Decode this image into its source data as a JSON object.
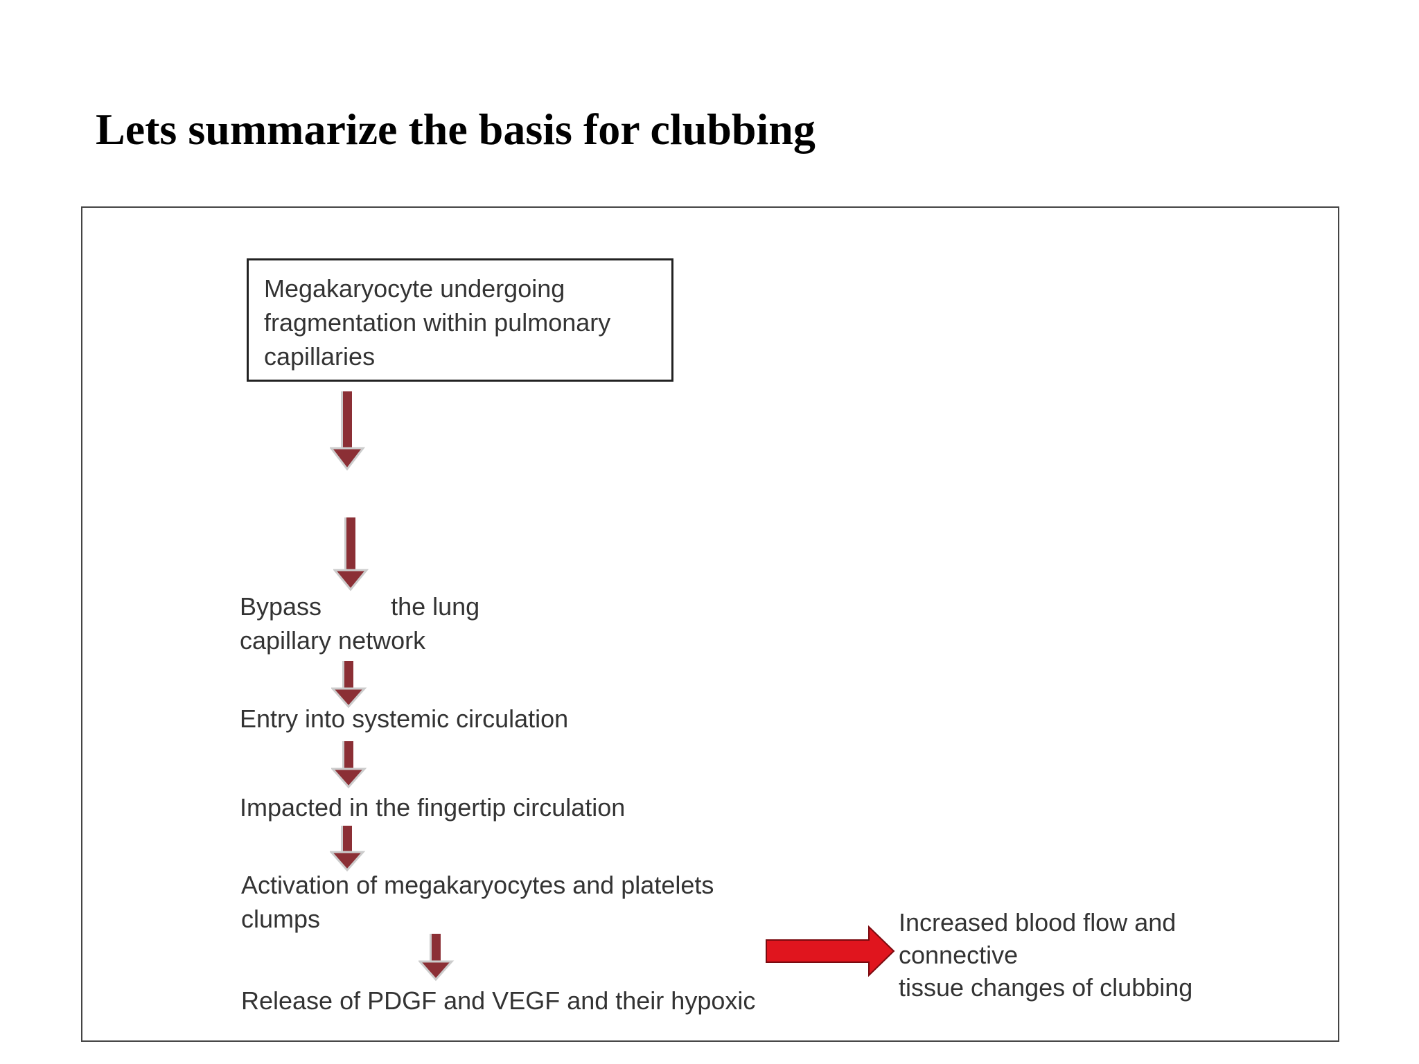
{
  "title": "Lets summarize the basis for clubbing",
  "diagram": {
    "start_box": {
      "lines": [
        "Megakaryocyte undergoing",
        "fragmentation within pulmonary",
        "capillaries"
      ]
    },
    "steps": {
      "bypass": {
        "part1": "Bypass",
        "part2": "the lung",
        "line2": "capillary network"
      },
      "entry": "Entry into systemic circulation",
      "impacted": "Impacted in the fingertip circulation",
      "activation": {
        "line1": "Activation of megakaryocytes and platelets",
        "line2": "clumps"
      },
      "release": "Release of PDGF and VEGF and their hypoxic"
    },
    "outcome": {
      "lines": [
        "Increased blood flow and",
        "connective",
        "tissue changes of clubbing"
      ]
    },
    "colors": {
      "flow_arrow": "#8b2f35",
      "outcome_arrow": "#e0151e"
    }
  }
}
